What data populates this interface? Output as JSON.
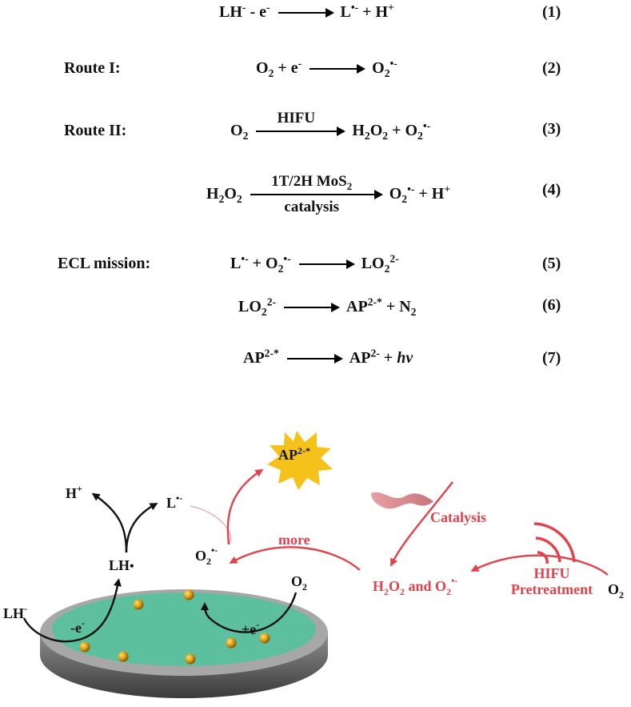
{
  "equations": {
    "eq1": {
      "number": "(1)"
    },
    "eq2": {
      "label": "Route I:",
      "number": "(2)"
    },
    "eq3": {
      "label": "Route II:",
      "arrow_text": "HIFU",
      "number": "(3)"
    },
    "eq4": {
      "arrow_top": "1T/2H MoS",
      "arrow_top_sub": "2",
      "arrow_bottom": "catalysis",
      "number": "(4)"
    },
    "eq5": {
      "label": "ECL mission:",
      "number": "(5)"
    },
    "eq6": {
      "number": "(6)"
    },
    "eq7": {
      "number": "(7)"
    }
  },
  "scheme": {
    "ap_star": "AP",
    "ap_star_sup": "2-*",
    "h_plus": "H",
    "l_radical": "L",
    "lh_radical": "LH",
    "lh_minus": "LH",
    "minus_e": "-e",
    "plus_e": "+e",
    "o2_radical": "O",
    "o2_right": "O",
    "more": "more",
    "catalysis": "Catalysis",
    "h2o2_o2": "H",
    "hifu": "HIFU",
    "pretreatment": "Pretreatment",
    "o2_far": "O"
  },
  "colors": {
    "red": "#e0434b",
    "disk_top": "#5cbf9d",
    "disk_rim": "#9a9a9a",
    "sun": "#f5c21b"
  }
}
